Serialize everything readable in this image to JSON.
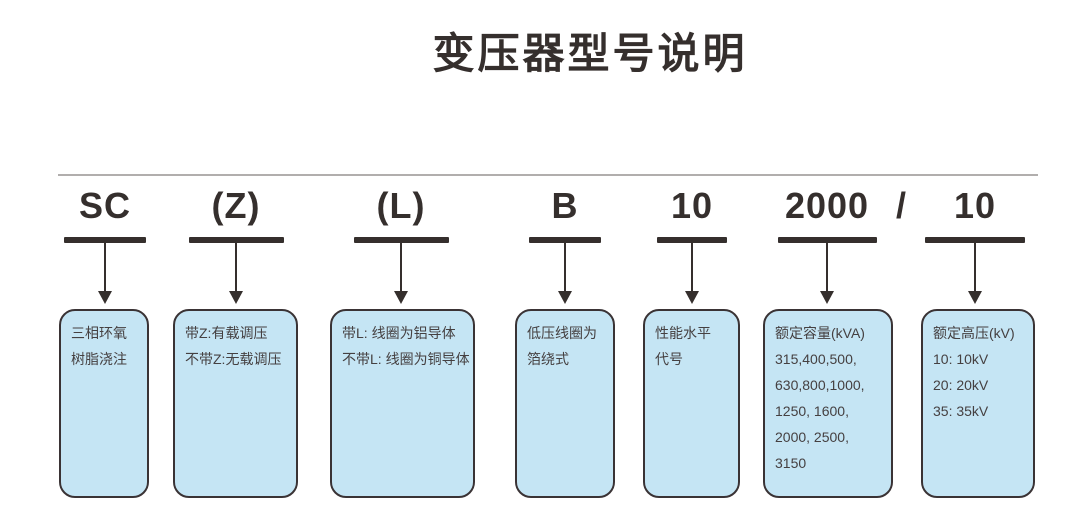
{
  "page": {
    "title": "变压器型号说明",
    "separator": "/"
  },
  "columns": [
    {
      "code": "SC",
      "description": [
        "三相环氧",
        "树脂浇注"
      ]
    },
    {
      "code": "(Z)",
      "description": [
        "带Z:有载调压",
        "不带Z:无载调压"
      ]
    },
    {
      "code": "(L)",
      "description": [
        "带L: 线圈为铝导体",
        "不带L: 线圈为铜导体"
      ]
    },
    {
      "code": "B",
      "description": [
        "低压线圈为",
        "箔绕式"
      ]
    },
    {
      "code": "10",
      "description": [
        "性能水平",
        "代号"
      ]
    },
    {
      "code": "2000",
      "description": [
        "额定容量(kVA)",
        "315,400,500,",
        "630,800,1000,",
        "1250, 1600,",
        "2000, 2500,",
        "3150"
      ]
    },
    {
      "code": "10",
      "description": [
        "额定高压(kV)",
        "10: 10kV",
        "20: 20kV",
        "35: 35kV"
      ]
    }
  ],
  "colors": {
    "background": "#ffffff",
    "ink": "#352f2d",
    "box_fill": "#c5e5f4",
    "box_border": "#3a3335",
    "box_text": "#454041",
    "divider": "#b1aead"
  }
}
